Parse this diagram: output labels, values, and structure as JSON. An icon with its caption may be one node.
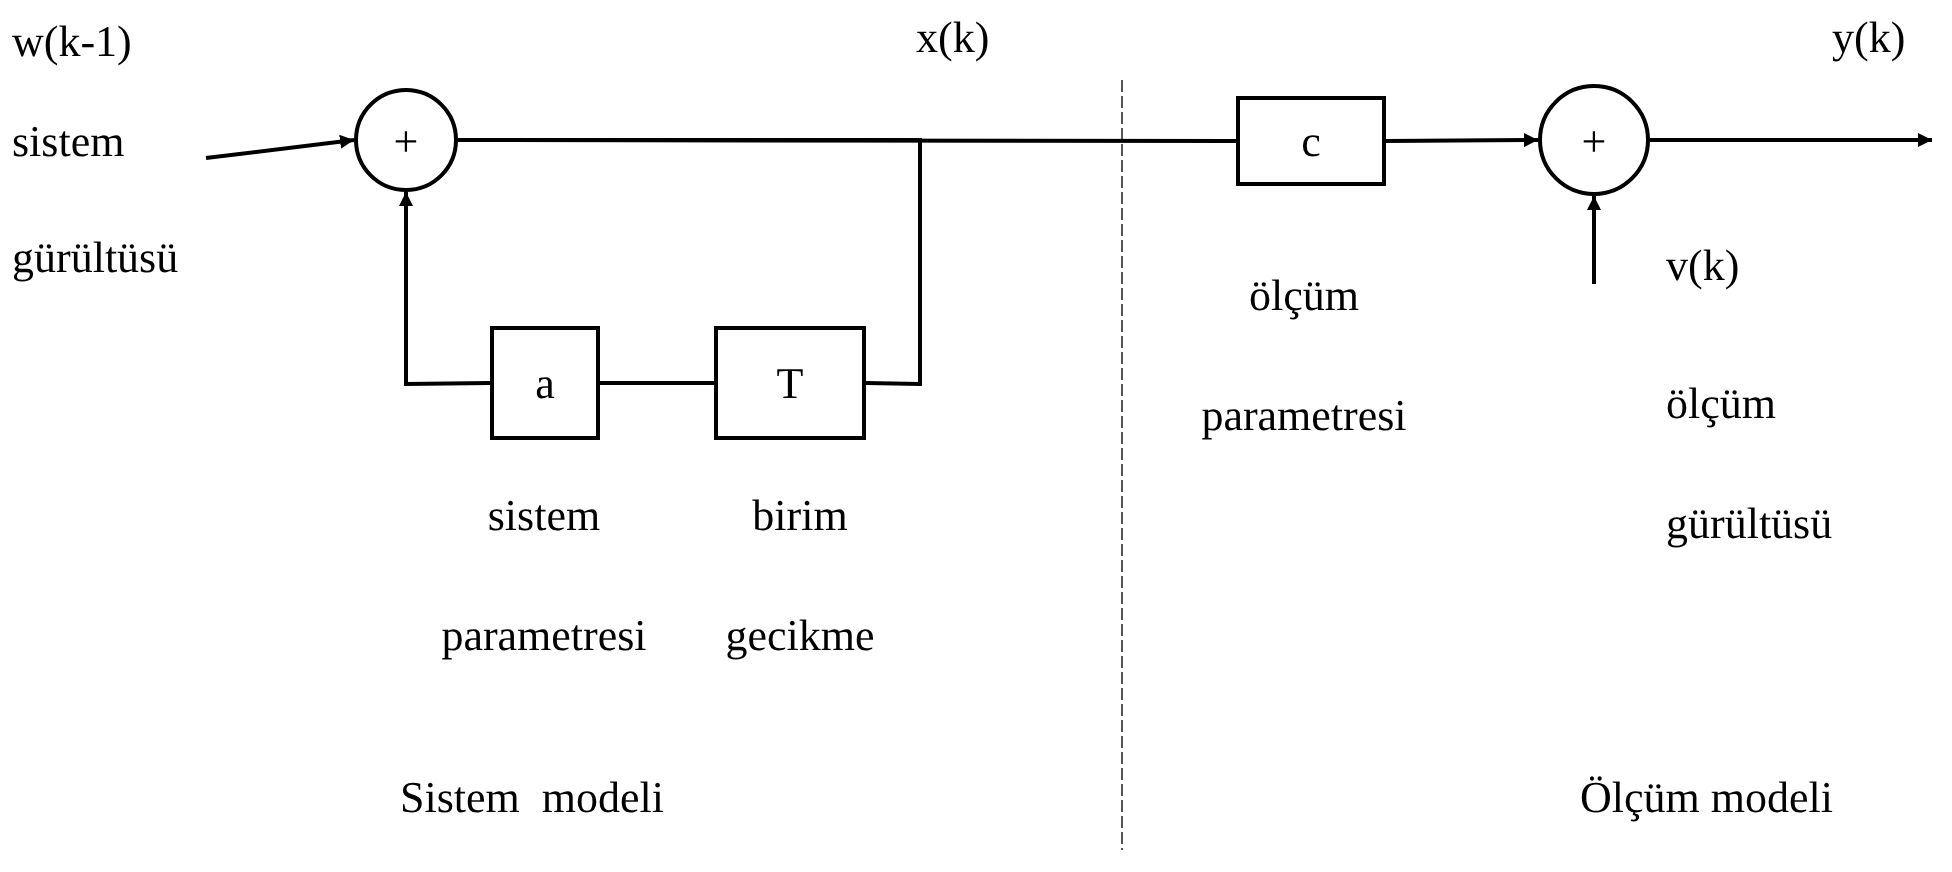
{
  "diagram": {
    "nodes": [
      {
        "text": [
          "w(k-1)",
          "sistem gürültüsü"
        ]
      },
      {
        "text": [
          "+"
        ]
      },
      {
        "text": [
          "a"
        ],
        "beside": [
          "sistem parametresi"
        ]
      },
      {
        "text": [
          "T"
        ],
        "beside": [
          "birim gecikme"
        ]
      },
      {
        "text": [
          "c"
        ],
        "beside": [
          "ölçüm parametresi"
        ]
      },
      {
        "text": [
          "+"
        ]
      }
    ],
    "edges": [
      {
        "from": 0,
        "to": 1,
        "arrow": "to"
      },
      {
        "from": 1,
        "to": 4,
        "arrow": "none"
      },
      {
        "from": 1,
        "to": 3,
        "arrow": "none"
      },
      {
        "from": 3,
        "to": 2,
        "arrow": "none"
      },
      {
        "from": 2,
        "to": 1,
        "arrow": "to"
      },
      {
        "from": 4,
        "to": 5,
        "arrow": "to"
      },
      {
        "from": 5,
        "to": null,
        "arrow": "to"
      },
      {
        "from": null,
        "to": 5,
        "arrow": "to"
      }
    ],
    "labels": [
      "x(k)",
      "y(k)",
      "v(k)",
      "ölçüm gürültüsü",
      "Sistem  modeli",
      "Ölçüm modeli"
    ]
  }
}
